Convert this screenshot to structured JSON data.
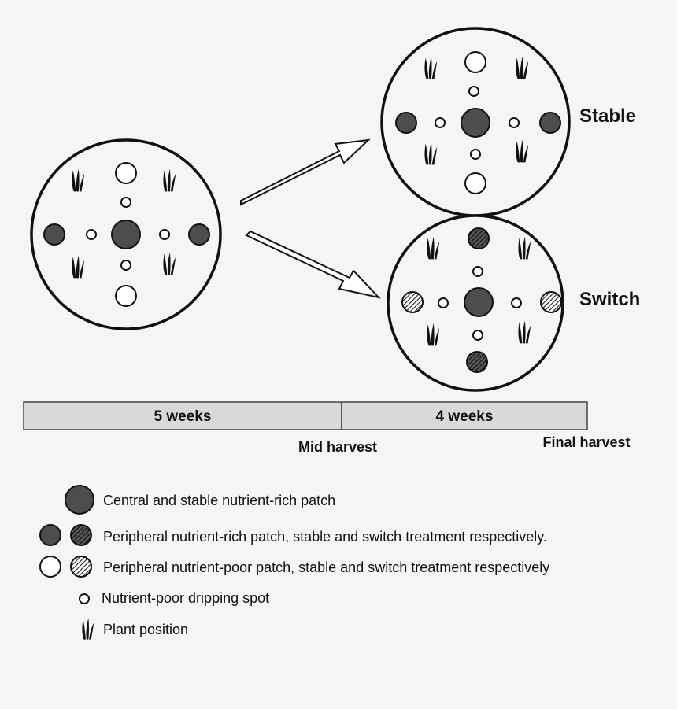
{
  "labels": {
    "stable": "Stable",
    "switch": "Switch"
  },
  "timeline": {
    "phase1": "5 weeks",
    "phase2": "4 weeks",
    "mid_harvest": "Mid harvest",
    "final_harvest": "Final harvest"
  },
  "legend": {
    "central": "Central and stable nutrient-rich patch",
    "peripheral_rich": "Peripheral nutrient-rich patch, stable and switch treatment respectively.",
    "peripheral_poor": "Peripheral nutrient-poor patch, stable and switch treatment respectively",
    "dripping": "Nutrient-poor dripping spot",
    "plant": "Plant position"
  },
  "colors": {
    "rich_fill": "#4d4d4d",
    "poor_fill": "#ffffff",
    "outline": "#111111",
    "timeline_fill": "#d9d9d9",
    "background": "#f5f5f5"
  },
  "icons": [
    "plant-icon",
    "hatched-patch-icon",
    "arrow-icon"
  ]
}
